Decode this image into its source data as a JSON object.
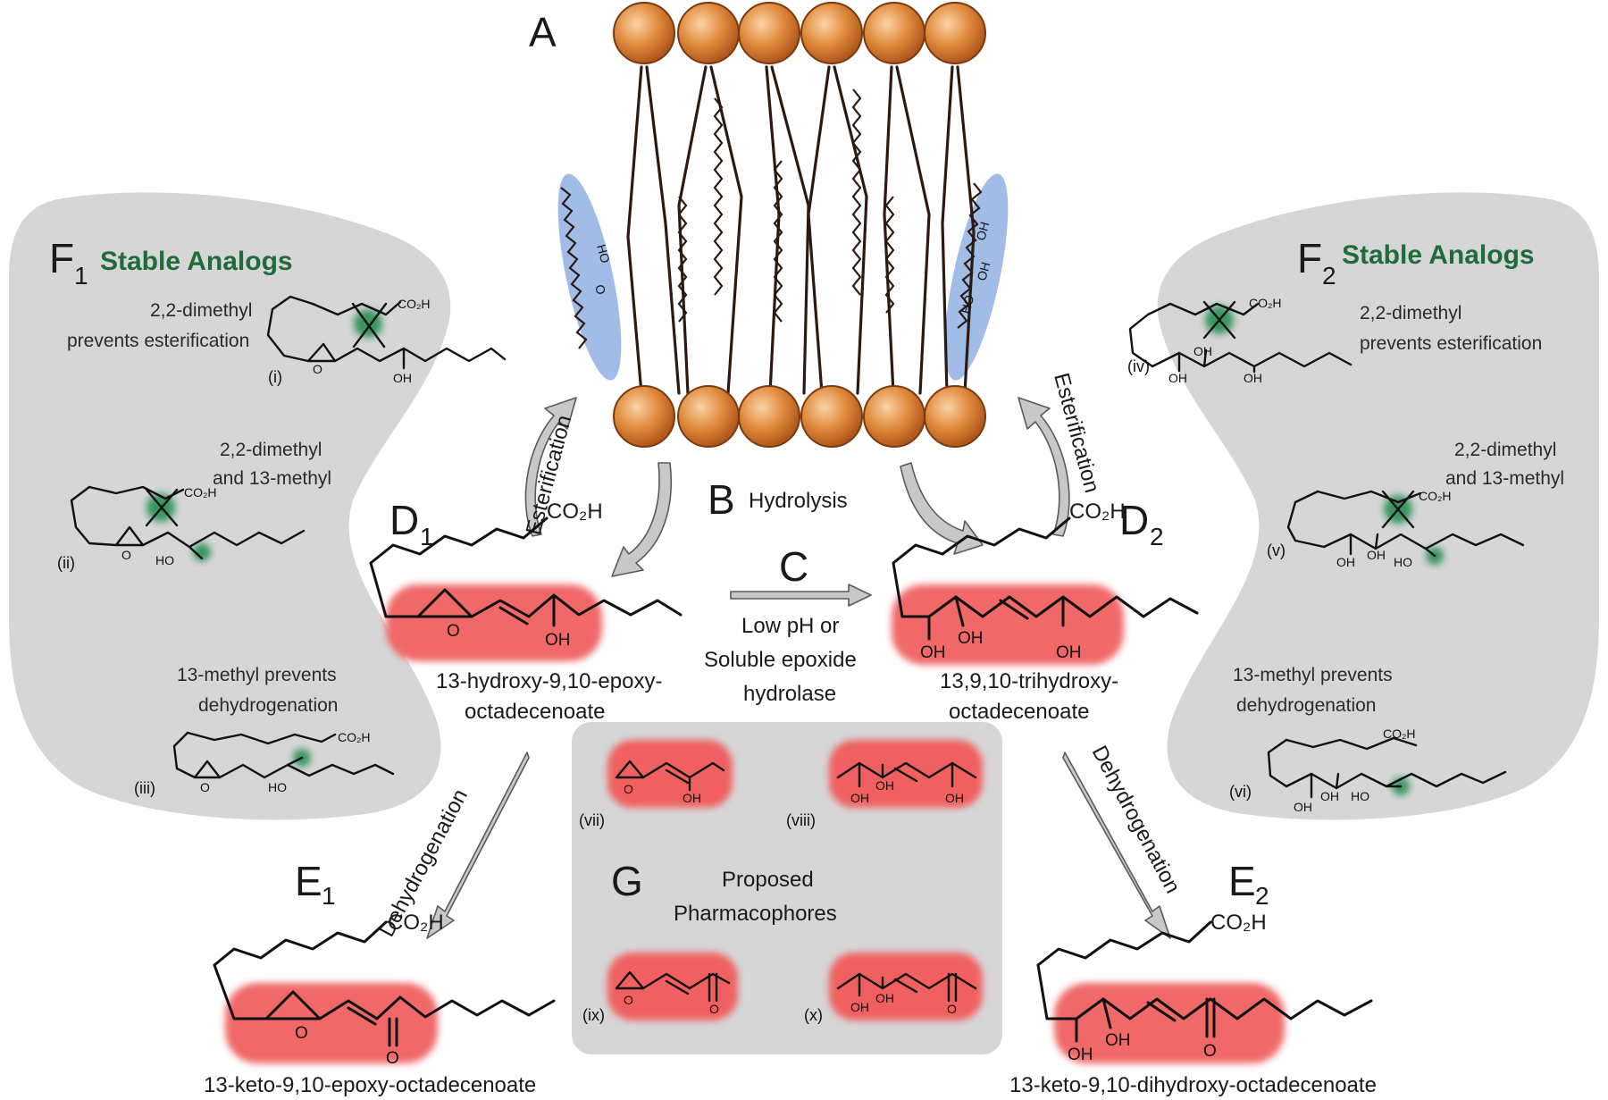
{
  "colors": {
    "panel_gray": "#d6d6d6",
    "pharmacophore_red": "#f06060",
    "stable_analog_green": "#1f6b3a",
    "lipid_head_orange": "#e08a3c",
    "membrane_highlight_blue": "#8fb0e3",
    "arrow_gray": "#c8c8c8"
  },
  "labels": {
    "A": "A",
    "B": "B",
    "B_text": "Hydrolysis",
    "C": "C",
    "C_text_1": "Low pH or",
    "C_text_2": "Soluble epoxide",
    "C_text_3": "hydrolase",
    "D": "D",
    "D1_sub": "1",
    "D2_sub": "2",
    "E": "E",
    "E1_sub": "1",
    "E2_sub": "2",
    "F": "F",
    "F1_sub": "1",
    "F2_sub": "2",
    "G": "G",
    "G_text_1": "Proposed",
    "G_text_2": "Pharmacophores",
    "stable_analogs": "Stable Analogs",
    "esterification": "Esterification",
    "dehydrogenation": "Dehydrogenation"
  },
  "compounds": {
    "D1_name_1": "13-hydroxy-9,10-epoxy-",
    "D1_name_2": "octadecenoate",
    "D2_name_1": "13,9,10-trihydroxy-",
    "D2_name_2": "octadecenoate",
    "E1_name": "13-keto-9,10-epoxy-octadecenoate",
    "E2_name": "13-keto-9,10-dihydroxy-octadecenoate"
  },
  "atoms": {
    "co2h": "CO₂H",
    "co2h_small": "CO₂H",
    "oh": "OH",
    "ho": "HO",
    "o": "O"
  },
  "analogs_left": {
    "i_label": "(i)",
    "i_desc_1": "2,2-dimethyl",
    "i_desc_2": "prevents esterification",
    "ii_label": "(ii)",
    "ii_desc_1": "2,2-dimethyl",
    "ii_desc_2": "and 13-methyl",
    "iii_label": "(iii)",
    "iii_desc_1": "13-methyl prevents",
    "iii_desc_2": "dehydrogenation"
  },
  "analogs_right": {
    "iv_label": "(iv)",
    "iv_desc_1": "2,2-dimethyl",
    "iv_desc_2": "prevents esterification",
    "v_label": "(v)",
    "v_desc_1": "2,2-dimethyl",
    "v_desc_2": "and 13-methyl",
    "vi_label": "(vi)",
    "vi_desc_1": "13-methyl prevents",
    "vi_desc_2": "dehydrogenation"
  },
  "pharmacophores": {
    "vii": "(vii)",
    "viii": "(viii)",
    "ix": "(ix)",
    "x": "(x)"
  }
}
